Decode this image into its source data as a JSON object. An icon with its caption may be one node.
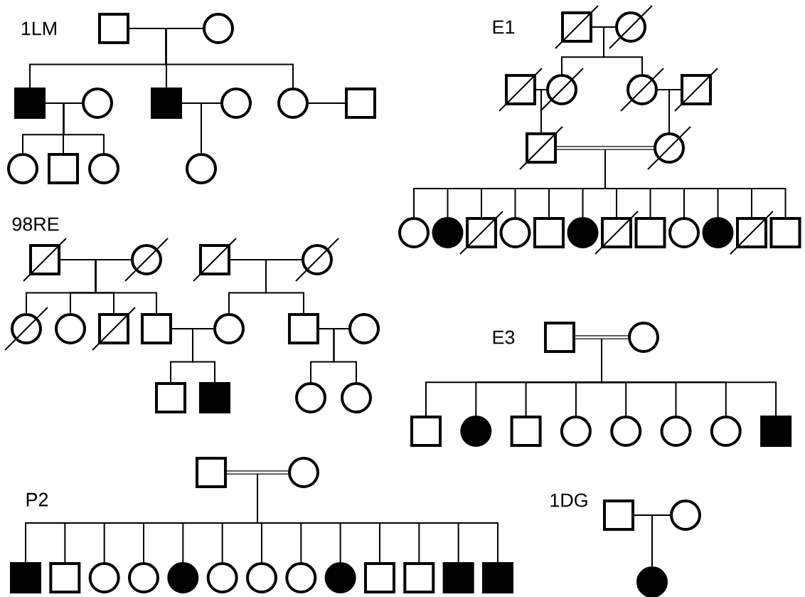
{
  "diagram": {
    "nodes": [
      {
        "text": [],
        "shape": "box"
      },
      {
        "text": [],
        "shape": "circle"
      },
      {
        "text": [],
        "shape": "filled-box"
      },
      {
        "text": [],
        "shape": "circle"
      },
      {
        "text": [],
        "shape": "filled-box"
      },
      {
        "text": [],
        "shape": "circle"
      },
      {
        "text": [],
        "shape": "circle"
      },
      {
        "text": [],
        "shape": "box"
      },
      {
        "text": [],
        "shape": "circle"
      },
      {
        "text": [],
        "shape": "box"
      },
      {
        "text": [],
        "shape": "circle"
      },
      {
        "text": [],
        "shape": "circle"
      },
      {
        "text": [],
        "shape": "crossed-box"
      },
      {
        "text": [],
        "shape": "crossed-circle"
      },
      {
        "text": [],
        "shape": "crossed-box"
      },
      {
        "text": [],
        "shape": "crossed-circle"
      },
      {
        "text": [],
        "shape": "crossed-circle"
      },
      {
        "text": [],
        "shape": "crossed-box"
      },
      {
        "text": [],
        "shape": "crossed-box"
      },
      {
        "text": [],
        "shape": "crossed-circle"
      },
      {
        "text": [],
        "shape": "circle"
      },
      {
        "text": [],
        "shape": "filled-circle"
      },
      {
        "text": [],
        "shape": "crossed-box"
      },
      {
        "text": [],
        "shape": "circle"
      },
      {
        "text": [],
        "shape": "box"
      },
      {
        "text": [],
        "shape": "filled-circle"
      },
      {
        "text": [],
        "shape": "crossed-box"
      },
      {
        "text": [],
        "shape": "box"
      },
      {
        "text": [],
        "shape": "circle"
      },
      {
        "text": [],
        "shape": "filled-circle"
      },
      {
        "text": [],
        "shape": "crossed-box"
      },
      {
        "text": [],
        "shape": "box"
      },
      {
        "text": [],
        "shape": "crossed-box"
      },
      {
        "text": [],
        "shape": "crossed-circle"
      },
      {
        "text": [],
        "shape": "crossed-box"
      },
      {
        "text": [],
        "shape": "crossed-circle"
      },
      {
        "text": [],
        "shape": "crossed-circle"
      },
      {
        "text": [],
        "shape": "circle"
      },
      {
        "text": [],
        "shape": "crossed-box"
      },
      {
        "text": [],
        "shape": "box"
      },
      {
        "text": [],
        "shape": "circle"
      },
      {
        "text": [],
        "shape": "box"
      },
      {
        "text": [],
        "shape": "circle"
      },
      {
        "text": [],
        "shape": "box"
      },
      {
        "text": [],
        "shape": "filled-box"
      },
      {
        "text": [],
        "shape": "circle"
      },
      {
        "text": [],
        "shape": "circle"
      },
      {
        "text": [],
        "shape": "box"
      },
      {
        "text": [],
        "shape": "circle"
      },
      {
        "text": [],
        "shape": "box"
      },
      {
        "text": [],
        "shape": "filled-circle"
      },
      {
        "text": [],
        "shape": "box"
      },
      {
        "text": [],
        "shape": "circle"
      },
      {
        "text": [],
        "shape": "circle"
      },
      {
        "text": [],
        "shape": "circle"
      },
      {
        "text": [],
        "shape": "circle"
      },
      {
        "text": [],
        "shape": "filled-box"
      },
      {
        "text": [],
        "shape": "box"
      },
      {
        "text": [],
        "shape": "circle"
      },
      {
        "text": [],
        "shape": "filled-box"
      },
      {
        "text": [],
        "shape": "box"
      },
      {
        "text": [],
        "shape": "circle"
      },
      {
        "text": [],
        "shape": "circle"
      },
      {
        "text": [],
        "shape": "filled-circle"
      },
      {
        "text": [],
        "shape": "circle"
      },
      {
        "text": [],
        "shape": "circle"
      },
      {
        "text": [],
        "shape": "circle"
      },
      {
        "text": [],
        "shape": "filled-circle"
      },
      {
        "text": [],
        "shape": "box"
      },
      {
        "text": [],
        "shape": "box"
      },
      {
        "text": [],
        "shape": "filled-box"
      },
      {
        "text": [],
        "shape": "filled-box"
      },
      {
        "text": [],
        "shape": "box"
      },
      {
        "text": [],
        "shape": "circle"
      },
      {
        "text": [],
        "shape": "filled-circle"
      }
    ],
    "edges": [
      {
        "from": 0,
        "to": 1,
        "arrow": "none"
      },
      {
        "from": 2,
        "to": 3,
        "arrow": "none"
      },
      {
        "from": 4,
        "to": 5,
        "arrow": "none"
      },
      {
        "from": 6,
        "to": 7,
        "arrow": "none"
      },
      {
        "from": 12,
        "to": 13,
        "arrow": "none"
      },
      {
        "from": 14,
        "to": 15,
        "arrow": "none"
      },
      {
        "from": 16,
        "to": 17,
        "arrow": "none"
      },
      {
        "from": 18,
        "to": 19,
        "arrow": "none",
        "style": "thick"
      },
      {
        "from": 32,
        "to": 33,
        "arrow": "none"
      },
      {
        "from": 34,
        "to": 35,
        "arrow": "none"
      },
      {
        "from": 39,
        "to": 40,
        "arrow": "none"
      },
      {
        "from": 41,
        "to": 42,
        "arrow": "none"
      },
      {
        "from": 47,
        "to": 48,
        "arrow": "none",
        "style": "thick"
      },
      {
        "from": 57,
        "to": 58,
        "arrow": "none",
        "style": "thick"
      },
      {
        "from": 72,
        "to": 73,
        "arrow": "none"
      },
      {
        "from": 0,
        "to": 2,
        "arrow": "none"
      },
      {
        "from": 0,
        "to": 4,
        "arrow": "none"
      },
      {
        "from": 0,
        "to": 6,
        "arrow": "none"
      },
      {
        "from": 2,
        "to": 8,
        "arrow": "none"
      },
      {
        "from": 2,
        "to": 9,
        "arrow": "none"
      },
      {
        "from": 2,
        "to": 10,
        "arrow": "none"
      },
      {
        "from": 4,
        "to": 11,
        "arrow": "none"
      },
      {
        "from": 12,
        "to": 15,
        "arrow": "none"
      },
      {
        "from": 12,
        "to": 16,
        "arrow": "none"
      },
      {
        "from": 14,
        "to": 18,
        "arrow": "none"
      },
      {
        "from": 17,
        "to": 19,
        "arrow": "none"
      },
      {
        "from": 18,
        "to": 20,
        "arrow": "none"
      },
      {
        "from": 18,
        "to": 21,
        "arrow": "none"
      },
      {
        "from": 18,
        "to": 22,
        "arrow": "none"
      },
      {
        "from": 18,
        "to": 23,
        "arrow": "none"
      },
      {
        "from": 18,
        "to": 24,
        "arrow": "none"
      },
      {
        "from": 18,
        "to": 25,
        "arrow": "none"
      },
      {
        "from": 18,
        "to": 26,
        "arrow": "none"
      },
      {
        "from": 18,
        "to": 27,
        "arrow": "none"
      },
      {
        "from": 18,
        "to": 28,
        "arrow": "none"
      },
      {
        "from": 18,
        "to": 29,
        "arrow": "none"
      },
      {
        "from": 18,
        "to": 30,
        "arrow": "none"
      },
      {
        "from": 18,
        "to": 31,
        "arrow": "none"
      },
      {
        "from": 32,
        "to": 36,
        "arrow": "none"
      },
      {
        "from": 32,
        "to": 37,
        "arrow": "none"
      },
      {
        "from": 32,
        "to": 38,
        "arrow": "none"
      },
      {
        "from": 32,
        "to": 39,
        "arrow": "none"
      },
      {
        "from": 34,
        "to": 40,
        "arrow": "none"
      },
      {
        "from": 34,
        "to": 41,
        "arrow": "none"
      },
      {
        "from": 39,
        "to": 43,
        "arrow": "none"
      },
      {
        "from": 39,
        "to": 44,
        "arrow": "none"
      },
      {
        "from": 41,
        "to": 45,
        "arrow": "none"
      },
      {
        "from": 41,
        "to": 46,
        "arrow": "none"
      },
      {
        "from": 47,
        "to": 49,
        "arrow": "none"
      },
      {
        "from": 47,
        "to": 50,
        "arrow": "none"
      },
      {
        "from": 47,
        "to": 51,
        "arrow": "none"
      },
      {
        "from": 47,
        "to": 52,
        "arrow": "none"
      },
      {
        "from": 47,
        "to": 53,
        "arrow": "none"
      },
      {
        "from": 47,
        "to": 54,
        "arrow": "none"
      },
      {
        "from": 47,
        "to": 55,
        "arrow": "none"
      },
      {
        "from": 47,
        "to": 56,
        "arrow": "none"
      },
      {
        "from": 57,
        "to": 59,
        "arrow": "none"
      },
      {
        "from": 57,
        "to": 60,
        "arrow": "none"
      },
      {
        "from": 57,
        "to": 61,
        "arrow": "none"
      },
      {
        "from": 57,
        "to": 62,
        "arrow": "none"
      },
      {
        "from": 57,
        "to": 63,
        "arrow": "none"
      },
      {
        "from": 57,
        "to": 64,
        "arrow": "none"
      },
      {
        "from": 57,
        "to": 65,
        "arrow": "none"
      },
      {
        "from": 57,
        "to": 66,
        "arrow": "none"
      },
      {
        "from": 57,
        "to": 67,
        "arrow": "none"
      },
      {
        "from": 57,
        "to": 68,
        "arrow": "none"
      },
      {
        "from": 57,
        "to": 69,
        "arrow": "none"
      },
      {
        "from": 57,
        "to": 70,
        "arrow": "none"
      },
      {
        "from": 57,
        "to": 71,
        "arrow": "none"
      },
      {
        "from": 72,
        "to": 74,
        "arrow": "none"
      }
    ],
    "labels": [
      "1LM",
      "E1",
      "98RE",
      "E3",
      "P2",
      "1DG"
    ]
  }
}
